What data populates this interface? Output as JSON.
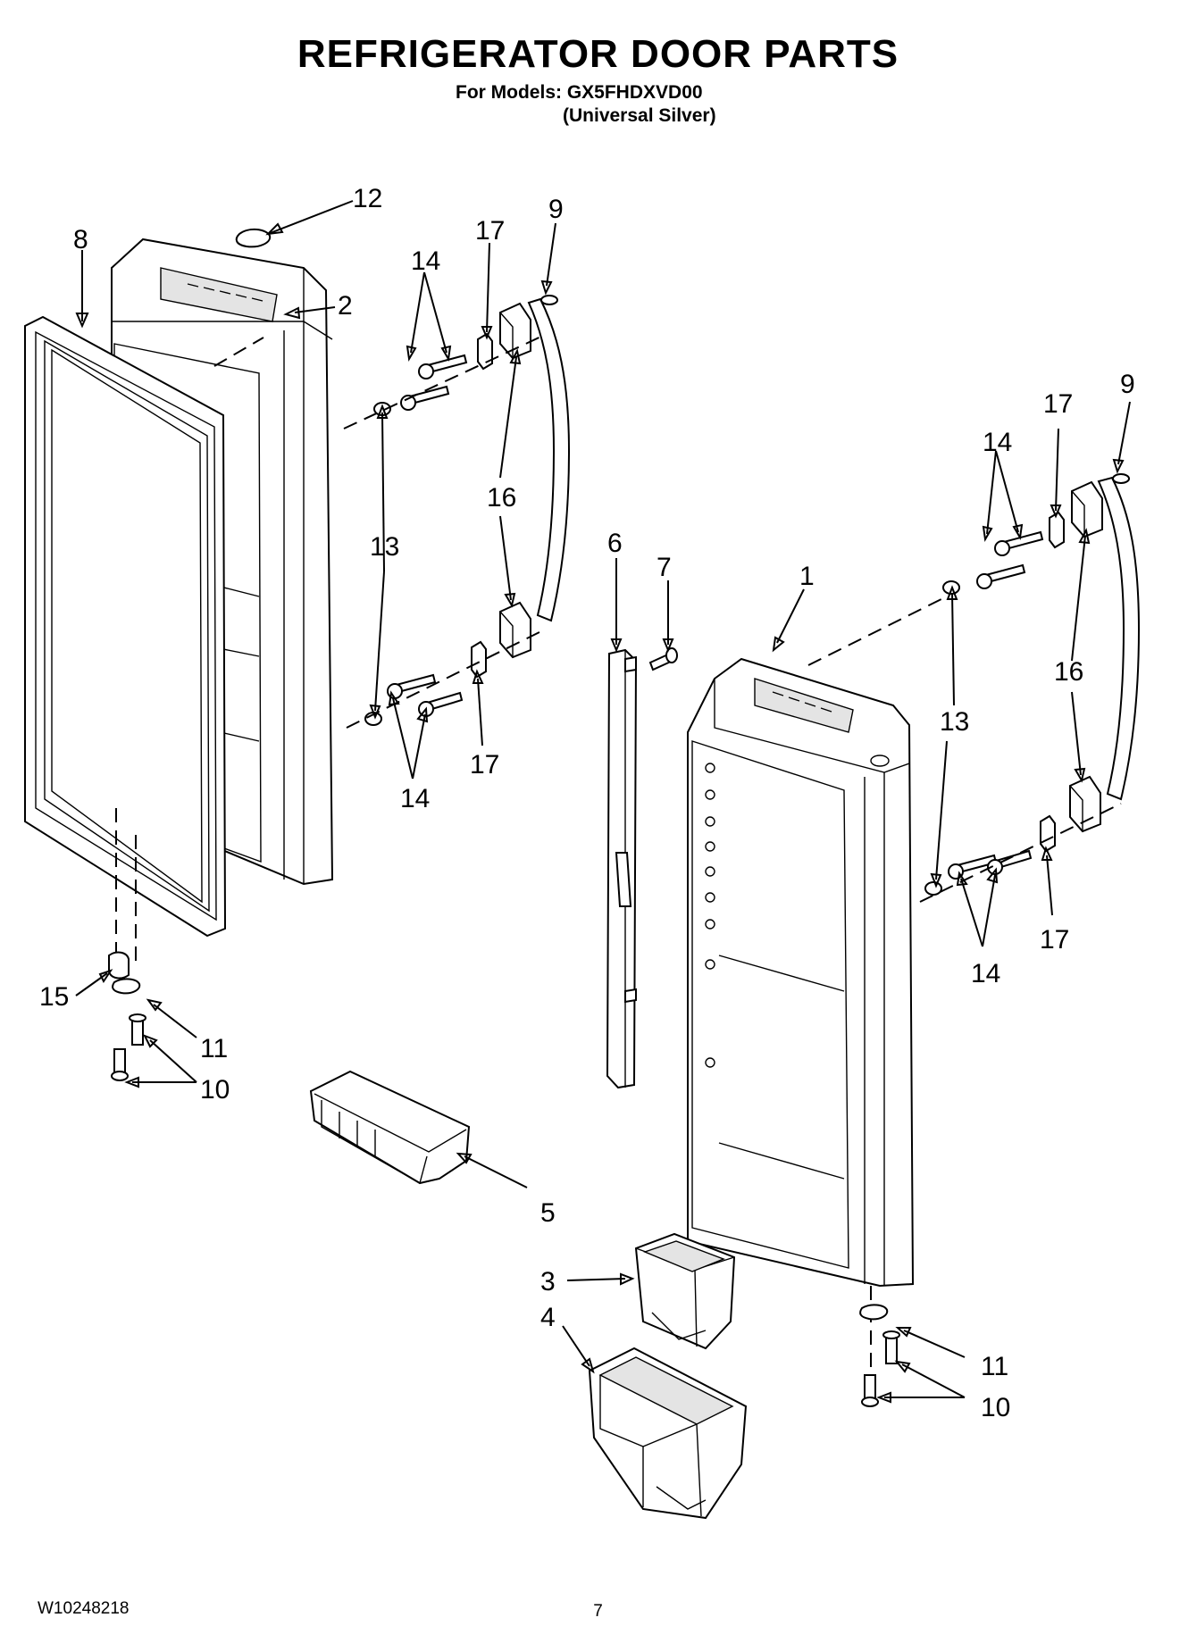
{
  "header": {
    "title": "REFRIGERATOR DOOR PARTS",
    "models_line": "For Models: GX5FHDXVD00",
    "color_line": "(Universal Silver)"
  },
  "footer": {
    "doc_number": "W10248218",
    "page_number": "7"
  },
  "callouts": {
    "c12": "12",
    "c8": "8",
    "c2": "2",
    "c17a": "17",
    "c9a": "9",
    "c14a": "14",
    "c13a": "13",
    "c16a": "16",
    "c14b": "14",
    "c17b": "17",
    "c9b": "9",
    "c17c": "17",
    "c14c": "14",
    "c6": "6",
    "c7": "7",
    "c1": "1",
    "c16b": "16",
    "c13b": "13",
    "c17d": "17",
    "c14d": "14",
    "c15": "15",
    "c11a": "11",
    "c10a": "10",
    "c5": "5",
    "c3": "3",
    "c4": "4",
    "c11b": "11",
    "c10b": "10"
  }
}
